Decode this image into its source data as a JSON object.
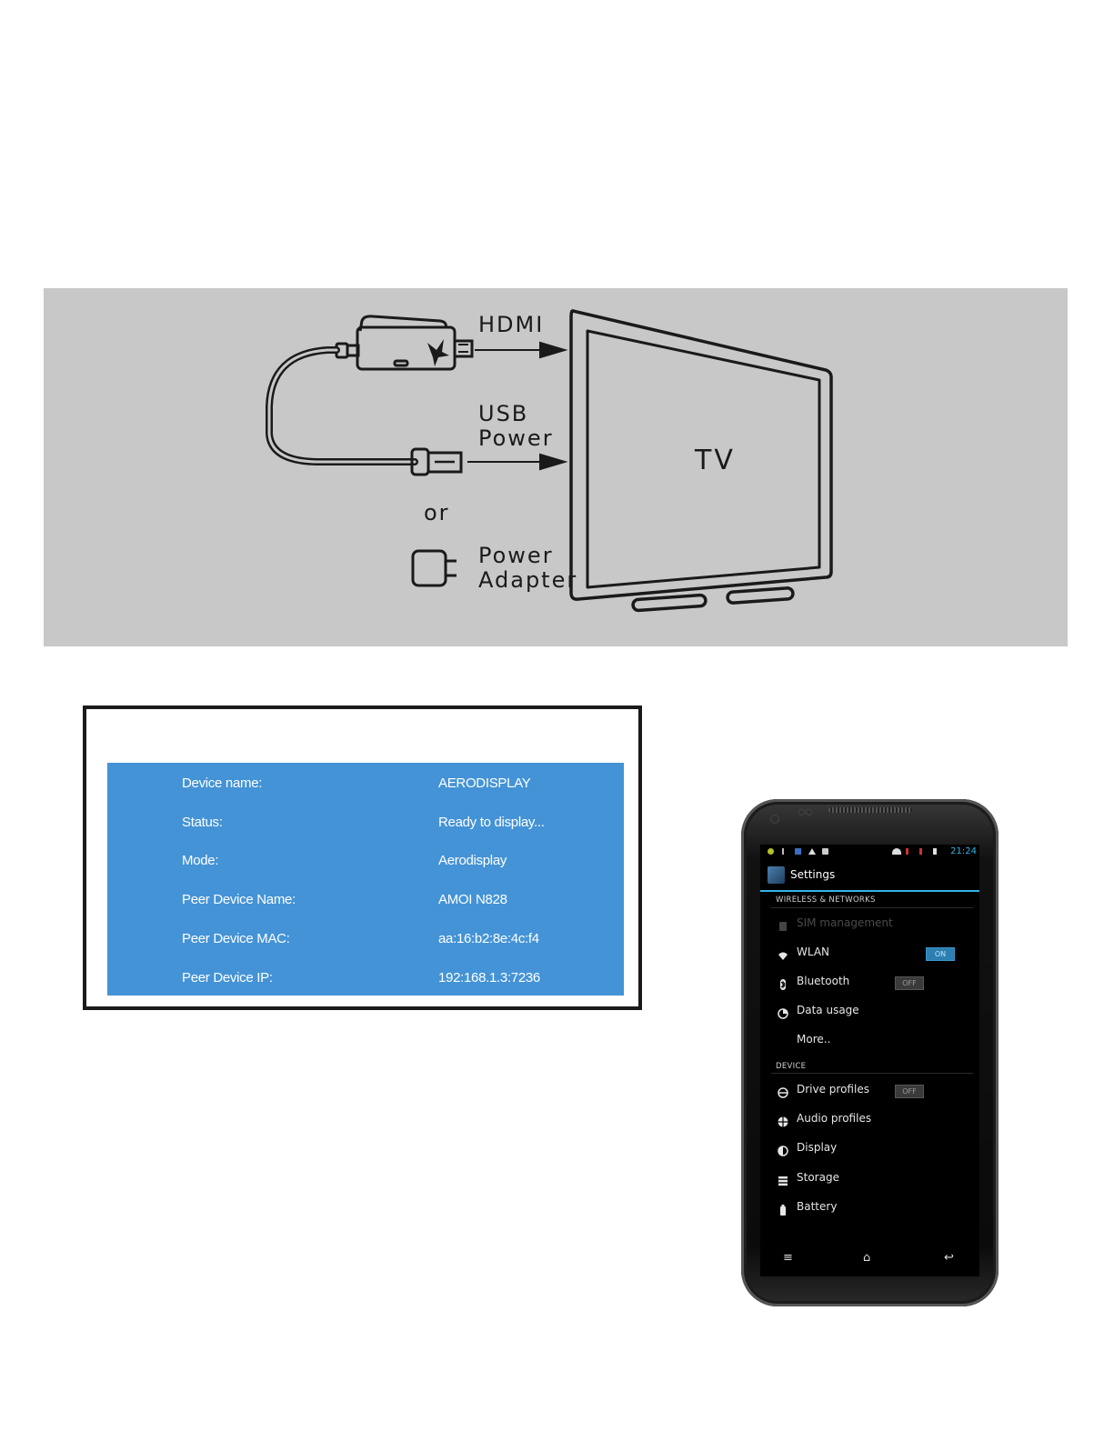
{
  "diagram": {
    "hdmi_label": "HDMI",
    "usb_power_label_line1": "USB",
    "usb_power_label_line2": "Power",
    "or_label": "or",
    "power_adapter_line1": "Power",
    "power_adapter_line2": "Adapter",
    "tv_label": "TV"
  },
  "info_panel": {
    "rows": [
      {
        "key": "Device name:",
        "value": "AERODISPLAY"
      },
      {
        "key": "Status:",
        "value": "Ready to display..."
      },
      {
        "key": "Mode:",
        "value": "Aerodisplay"
      },
      {
        "key": "Peer Device Name:",
        "value": "AMOI N828"
      },
      {
        "key": "Peer Device MAC:",
        "value": "aa:16:b2:8e:4c:f4"
      },
      {
        "key": "Peer Device IP:",
        "value": "192:168.1.3:7236"
      }
    ]
  },
  "phone": {
    "status_time": "21:24",
    "app_title": "Settings",
    "section_wireless": "WIRELESS & NETWORKS",
    "section_device": "DEVICE",
    "items": [
      {
        "label": "SIM management",
        "icon": "sim-icon"
      },
      {
        "label": "WLAN",
        "icon": "wifi-icon",
        "toggle": "ON"
      },
      {
        "label": "Bluetooth",
        "icon": "bluetooth-icon",
        "toggle": "OFF"
      },
      {
        "label": "Data usage",
        "icon": "data-usage-icon"
      },
      {
        "label": "More..",
        "icon": ""
      },
      {
        "label": "Drive profiles",
        "icon": "drive-profile-icon",
        "toggle": "OFF"
      },
      {
        "label": "Audio profiles",
        "icon": "audio-profile-icon"
      },
      {
        "label": "Display",
        "icon": "display-icon"
      },
      {
        "label": "Storage",
        "icon": "storage-icon"
      },
      {
        "label": "Battery",
        "icon": "battery-icon"
      }
    ],
    "nav": {
      "menu": "≡",
      "home": "⌂",
      "back": "↩"
    }
  },
  "colors": {
    "diagram_bg": "#c8c8c8",
    "panel_blue": "#4493d6",
    "android_accent": "#33b5e5"
  }
}
